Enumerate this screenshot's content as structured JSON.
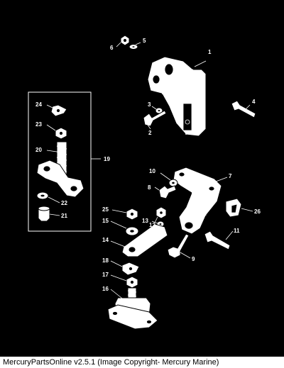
{
  "caption": "MercuryPartsOnline v2.5.1 (Image Copyright- Mercury Marine)",
  "callouts": {
    "c1": "1",
    "c2": "2",
    "c3": "3",
    "c4": "4",
    "c5": "5",
    "c6": "6",
    "c7": "7",
    "c8": "8",
    "c9": "9",
    "c10": "10",
    "c11": "11",
    "c12": "12",
    "c13": "13",
    "c14": "14",
    "c15": "15",
    "c16": "16",
    "c17": "17",
    "c18": "18",
    "c19": "19",
    "c20": "20",
    "c21": "21",
    "c22": "22",
    "c23": "23",
    "c24": "24",
    "c25": "25",
    "c26": "26"
  },
  "colors": {
    "background": "#000000",
    "ink": "#ffffff",
    "caption_bg": "#ffffff",
    "caption_text": "#000000"
  }
}
